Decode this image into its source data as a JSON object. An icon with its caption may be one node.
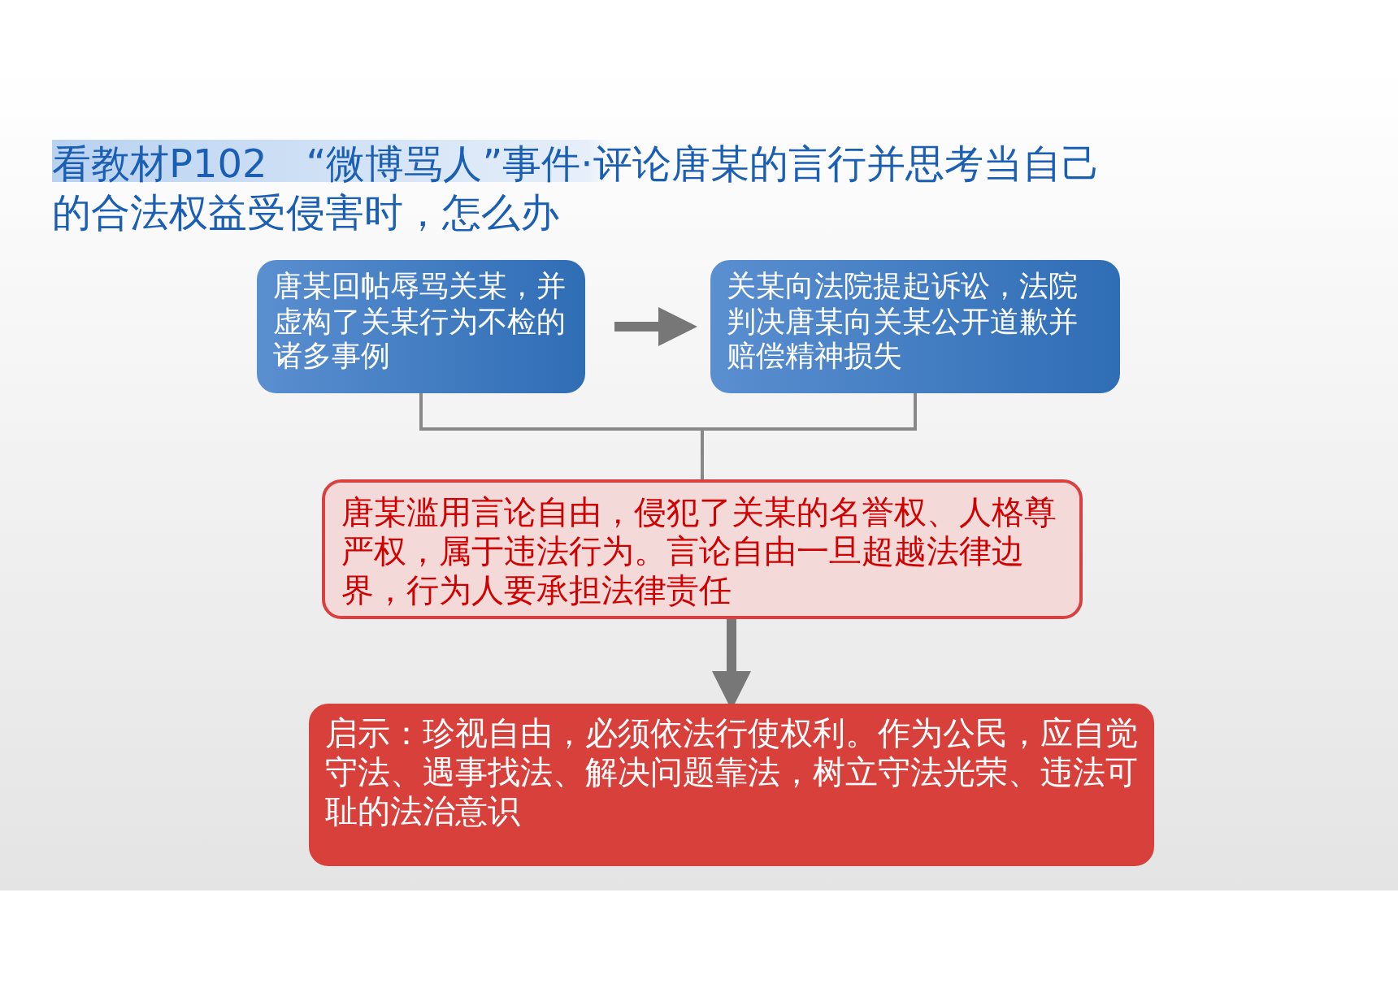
{
  "diagram": {
    "title": "看教材P102　“微博骂人”事件·评论唐某的言行并思考当自己的合法权益受侵害时，怎么办",
    "nodes": [
      {
        "text": [
          "唐某回帖辱骂关某，并虚构了关某行为不检的诸多事例"
        ]
      },
      {
        "text": [
          "关某向法院提起诉讼，法院判决唐某向关某公开道歉并赔偿精神损失"
        ]
      },
      {
        "text": [
          "唐某滥用言论自由，侵犯了关某的名誉权、人格尊严权，属于违法行为。言论自由一旦超越法律边界，行为人要承担法律责任"
        ]
      },
      {
        "text": [
          "启示：珍视自由，必须依法行使权利。作为公民，应自觉守法、遇事找法、解决问题靠法，树立守法光荣、违法可耻的法治意识"
        ]
      }
    ],
    "edges": [
      {
        "from": 0,
        "to": 1,
        "arrow": "to",
        "style": "thick"
      },
      {
        "from": 0,
        "to": 2,
        "arrow": "none"
      },
      {
        "from": 1,
        "to": 2,
        "arrow": "none"
      },
      {
        "from": 2,
        "to": 3,
        "arrow": "to",
        "style": "thick"
      }
    ]
  }
}
